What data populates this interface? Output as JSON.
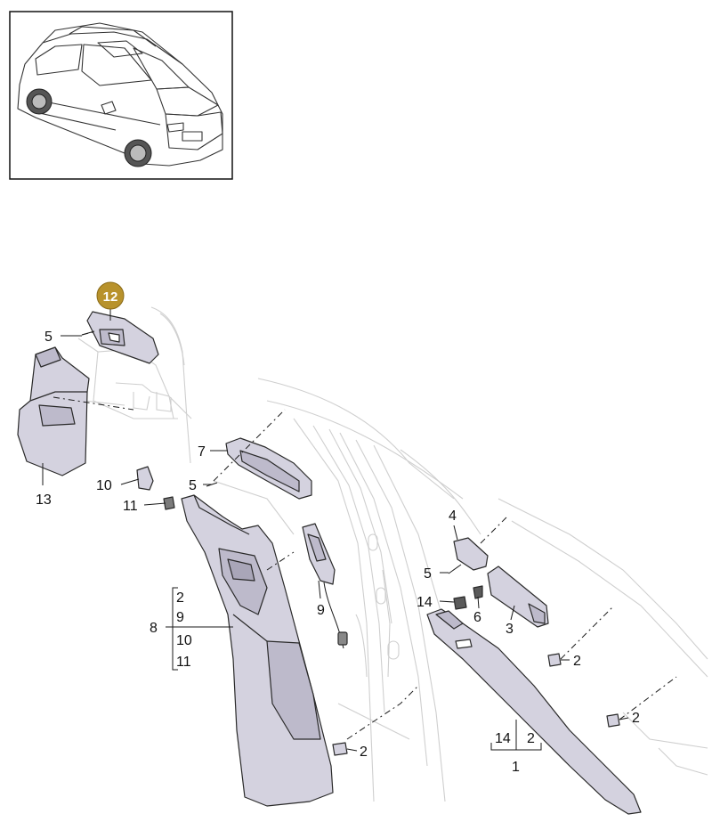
{
  "callouts": {
    "c1": "1",
    "c2a": "2",
    "c2b": "2",
    "c2c": "2",
    "c2d": "2",
    "c3": "3",
    "c4": "4",
    "c5a": "5",
    "c5b": "5",
    "c5c": "5",
    "c6": "6",
    "c7": "7",
    "c8": "8",
    "c9": "9",
    "c10": "10",
    "c11": "11",
    "c12": "12",
    "c13": "13",
    "c14": "14"
  },
  "group_8": [
    "2",
    "9",
    "10",
    "11"
  ],
  "group_1": [
    "14",
    "2"
  ],
  "colors": {
    "highlight_badge": "#b8922c",
    "part_fill": "#d4d2df",
    "ghost_line": "#cfcfcf"
  }
}
